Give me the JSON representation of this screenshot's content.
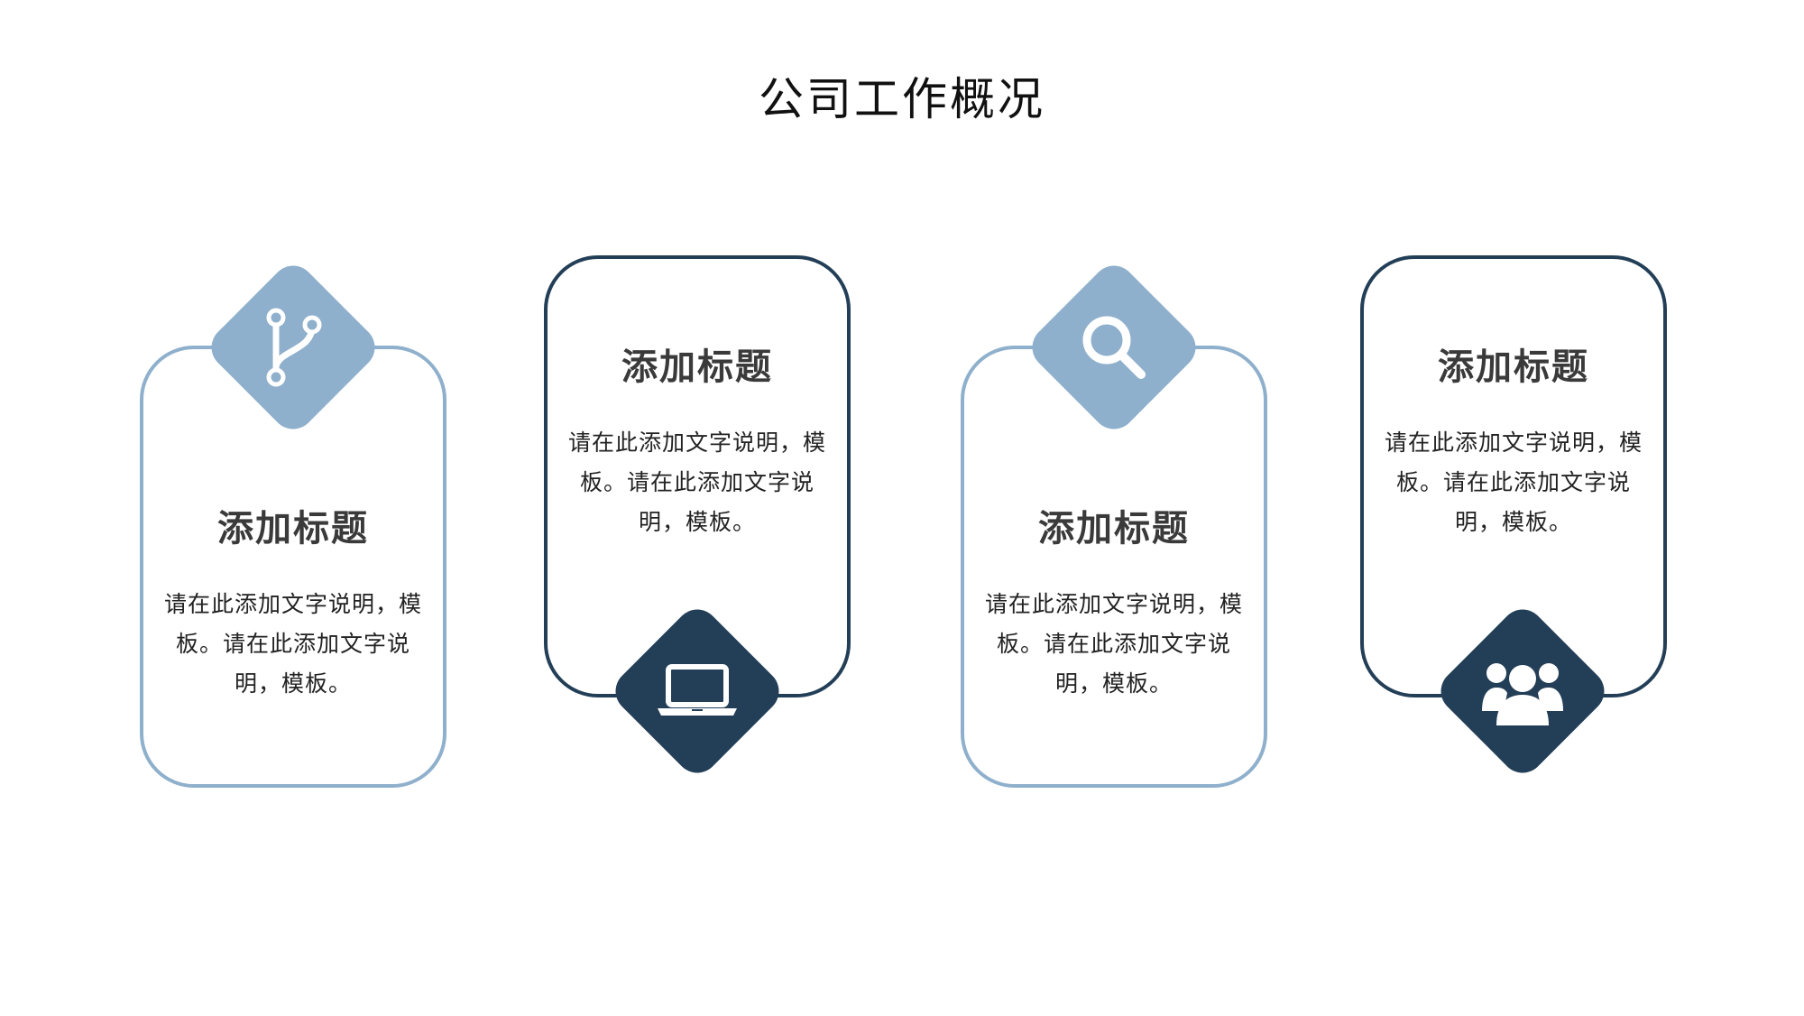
{
  "page": {
    "title": "公司工作概况"
  },
  "cards": [
    {
      "title": "添加标题",
      "description": "请在此添加文字说明，模板。请在此添加文字说明，模板。",
      "icon": "git-branch-icon",
      "variant": "light"
    },
    {
      "title": "添加标题",
      "description": "请在此添加文字说明，模板。请在此添加文字说明，模板。",
      "icon": "laptop-icon",
      "variant": "dark"
    },
    {
      "title": "添加标题",
      "description": "请在此添加文字说明，模板。请在此添加文字说明，模板。",
      "icon": "search-icon",
      "variant": "light"
    },
    {
      "title": "添加标题",
      "description": "请在此添加文字说明，模板。请在此添加文字说明，模板。",
      "icon": "users-icon",
      "variant": "dark"
    }
  ],
  "colors": {
    "light_accent": "#8fb0cc",
    "dark_accent": "#233f57",
    "title_text": "#3a3a3a",
    "body_text": "#222222"
  }
}
